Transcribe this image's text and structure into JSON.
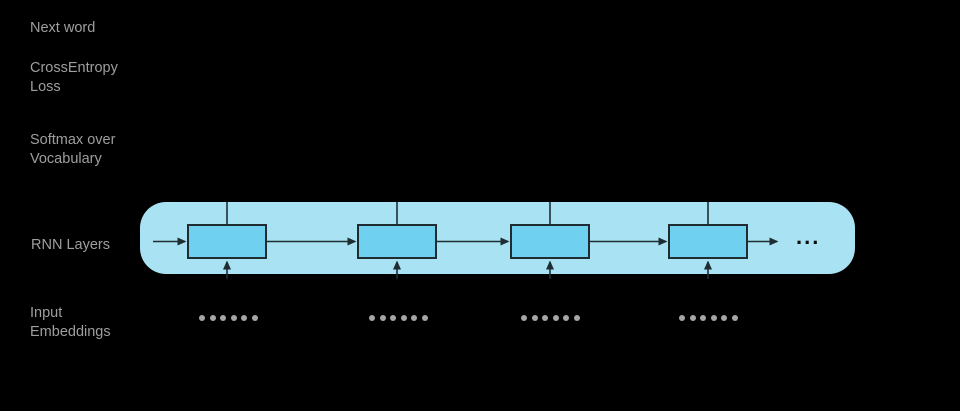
{
  "colors": {
    "bg": "#000000",
    "label-text": "#9e9e9e",
    "container-fill": "#a9e3f3",
    "box-fill": "#6fd0f0",
    "stroke-dark": "#1f2d33",
    "icon-stroke": "#4d4d4d",
    "dot-color": "#a6a6a6",
    "ellipsis-color": "#0d0d0d"
  },
  "labels": {
    "next_word": "Next word",
    "crossentropy_loss": "CrossEntropy\nLoss",
    "softmax_vocab": "Softmax over\nVocabulary",
    "rnn_layers": "RNN Layers",
    "input_embeddings": "Input\nEmbeddings"
  },
  "diagram": {
    "timestep_count": 4,
    "ellipsis": "...",
    "icons": {
      "softmax_icon": "histogram-icon"
    },
    "dots_per_embedding": 6
  }
}
